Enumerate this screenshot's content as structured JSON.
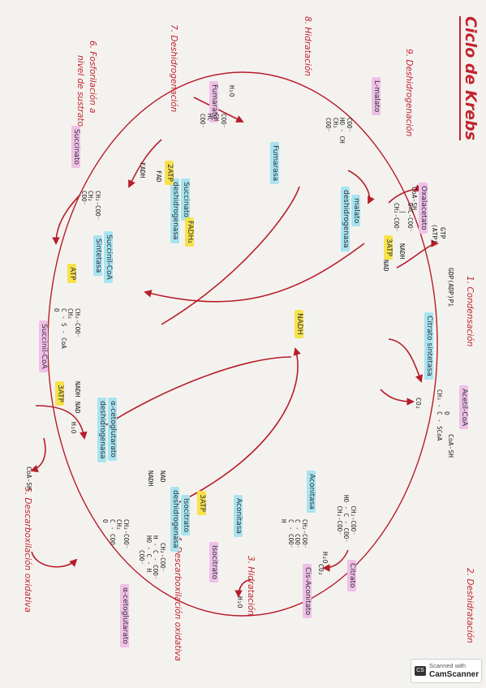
{
  "title": "Ciclo de Krebs",
  "steps": {
    "s1": "1. Condensación",
    "s2": "2. Deshidratación",
    "s3": "3. Hidratación",
    "s4": "4. Descarboxilación oxidativa",
    "s5": "5. Descarboxilación oxidativa",
    "s6a": "6. Fosforilación a",
    "s6b": "nivel de sustrato",
    "s7": "7. Deshidrogenación",
    "s8": "8. Hidratación",
    "s9": "9. Deshidrogenación"
  },
  "metabolites": {
    "acetil": "Acetil-CoA",
    "oxalacetato": "Oxalacetato",
    "citrato": "Citrato",
    "cisaconitato": "Cis-Aconitato",
    "isocitrato": "Isocitrato",
    "acetoglutarato": "α-cetoglutarato",
    "succinilcoa": "Succinil-CoA",
    "succinato": "Succinato",
    "fumarato": "Fumarato",
    "malato": "L-malato"
  },
  "enzymes": {
    "citrato_sintetasa": "Citrato sintetasa",
    "aconitasa1": "Aconitasa",
    "aconitasa2": "Aconitasa",
    "isocitrato_dh_1": "Isocitrato",
    "isocitrato_dh_2": "deshidrogenasa",
    "akg_dh_1": "α-cetoglutarato",
    "akg_dh_2": "deshidrogenasa",
    "succ_coa_sint_1": "Succinil-CoA",
    "succ_coa_sint_2": "Sintetasa",
    "succ_dh_1": "Succinato",
    "succ_dh_2": "deshidrogenasa",
    "fumarasa": "Fumarasa",
    "malato_dh_1": "malato",
    "malato_dh_2": "deshidrogenasa"
  },
  "cofactors": {
    "nadh1": "NADH",
    "fadh2": "FADH₂",
    "atp": "ATP",
    "atp3_a": "3ATP",
    "atp3_b": "3ATP",
    "atp3_c": "3ATP",
    "atp2": "2ATP",
    "nad1": "NAD",
    "nadh2": "NADH",
    "nad2": "NAD",
    "nadh3": "NADH",
    "nad3": "NAD",
    "nadh4": "NADH",
    "fad": "FAD",
    "fadh2_small": "FADH",
    "h2o_1": "H₂O",
    "h2o_2": "H₂O",
    "h2o_3": "H₂O",
    "h2o_4": "H₂O",
    "coash_1": "CoA-SH",
    "coash_2": "CoA-SH",
    "coash_3": "CoA-SH",
    "co2_1": "CO₂",
    "co2_2": "CO₂",
    "gtp": "GTP",
    "atp_paren": "(ATP)",
    "gdp": "GDP(ADP)Pi"
  },
  "structures": {
    "acetil": "      O\nCH₃ - C - SCoA",
    "oxalacetato": "O=C-COO⁻\n  |\nCH₂-COO⁻",
    "citrato": "   CH₂-COO⁻\nHO - C - COO⁻\n   CH₂-COO⁻",
    "cisaconitato": "CH₂-COO⁻\nC - COO⁻\nC - COO⁻\nH",
    "isocitrato": "  CH₂-COO⁻\nH - C - COO⁻\nHO - C - H\n    COO⁻",
    "akg": "CH₂-COO⁻\nCH₂\nC - COO⁻\nO",
    "succcoa": "CH₂-COO⁻\nCH₂\nC - S - CoA\nO",
    "succinato": "CH₂-COO⁻\nCH₂\nCOO⁻",
    "fumarato": "COO⁻\nCH\nHC\nCOO⁻",
    "malato": "COO⁻\nHO - CH\nCH₂\nCOO⁻"
  },
  "scanner": {
    "line1": "Scanned with",
    "line2": "CamScanner",
    "icon": "CS"
  },
  "colors": {
    "arrow": "#b71c2a",
    "step": "#c2242f",
    "pink": "#f0c0e6",
    "cyan": "#a8e4ef",
    "yellow": "#f8e24c"
  }
}
